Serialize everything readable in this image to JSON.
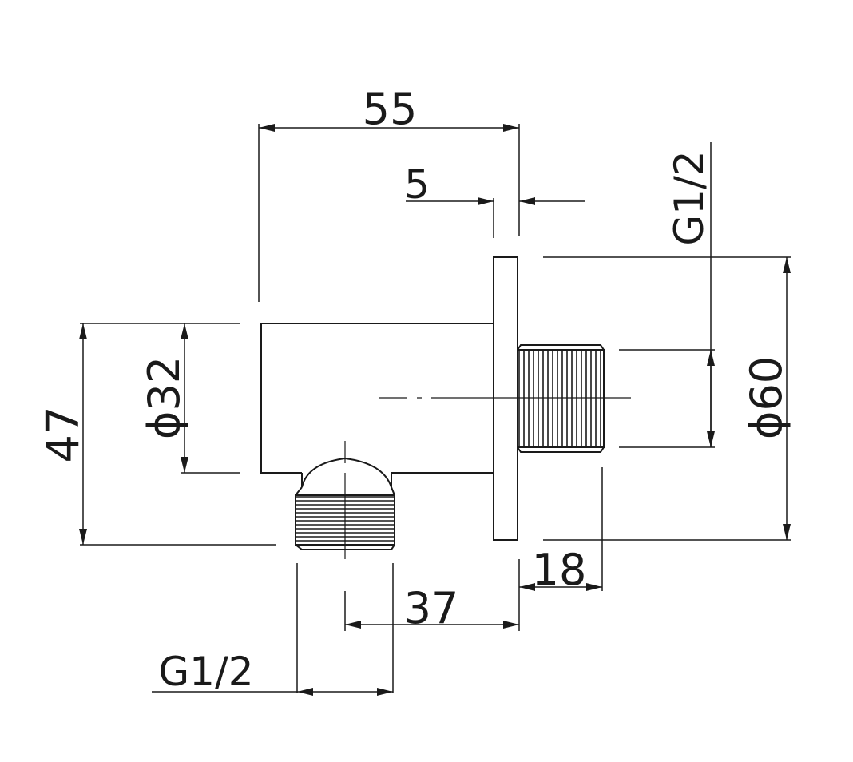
{
  "dimensions": {
    "overall_length": "55",
    "flange_thickness": "5",
    "outlet_thread_right": "G1/2",
    "flange_diameter": "ϕ60",
    "body_diameter": "ϕ32",
    "overall_height": "47",
    "thread_length": "18",
    "outlet_offset": "37",
    "outlet_thread_bottom": "G1/2"
  },
  "colors": {
    "line": "#1a1a1a",
    "background": "#ffffff"
  }
}
